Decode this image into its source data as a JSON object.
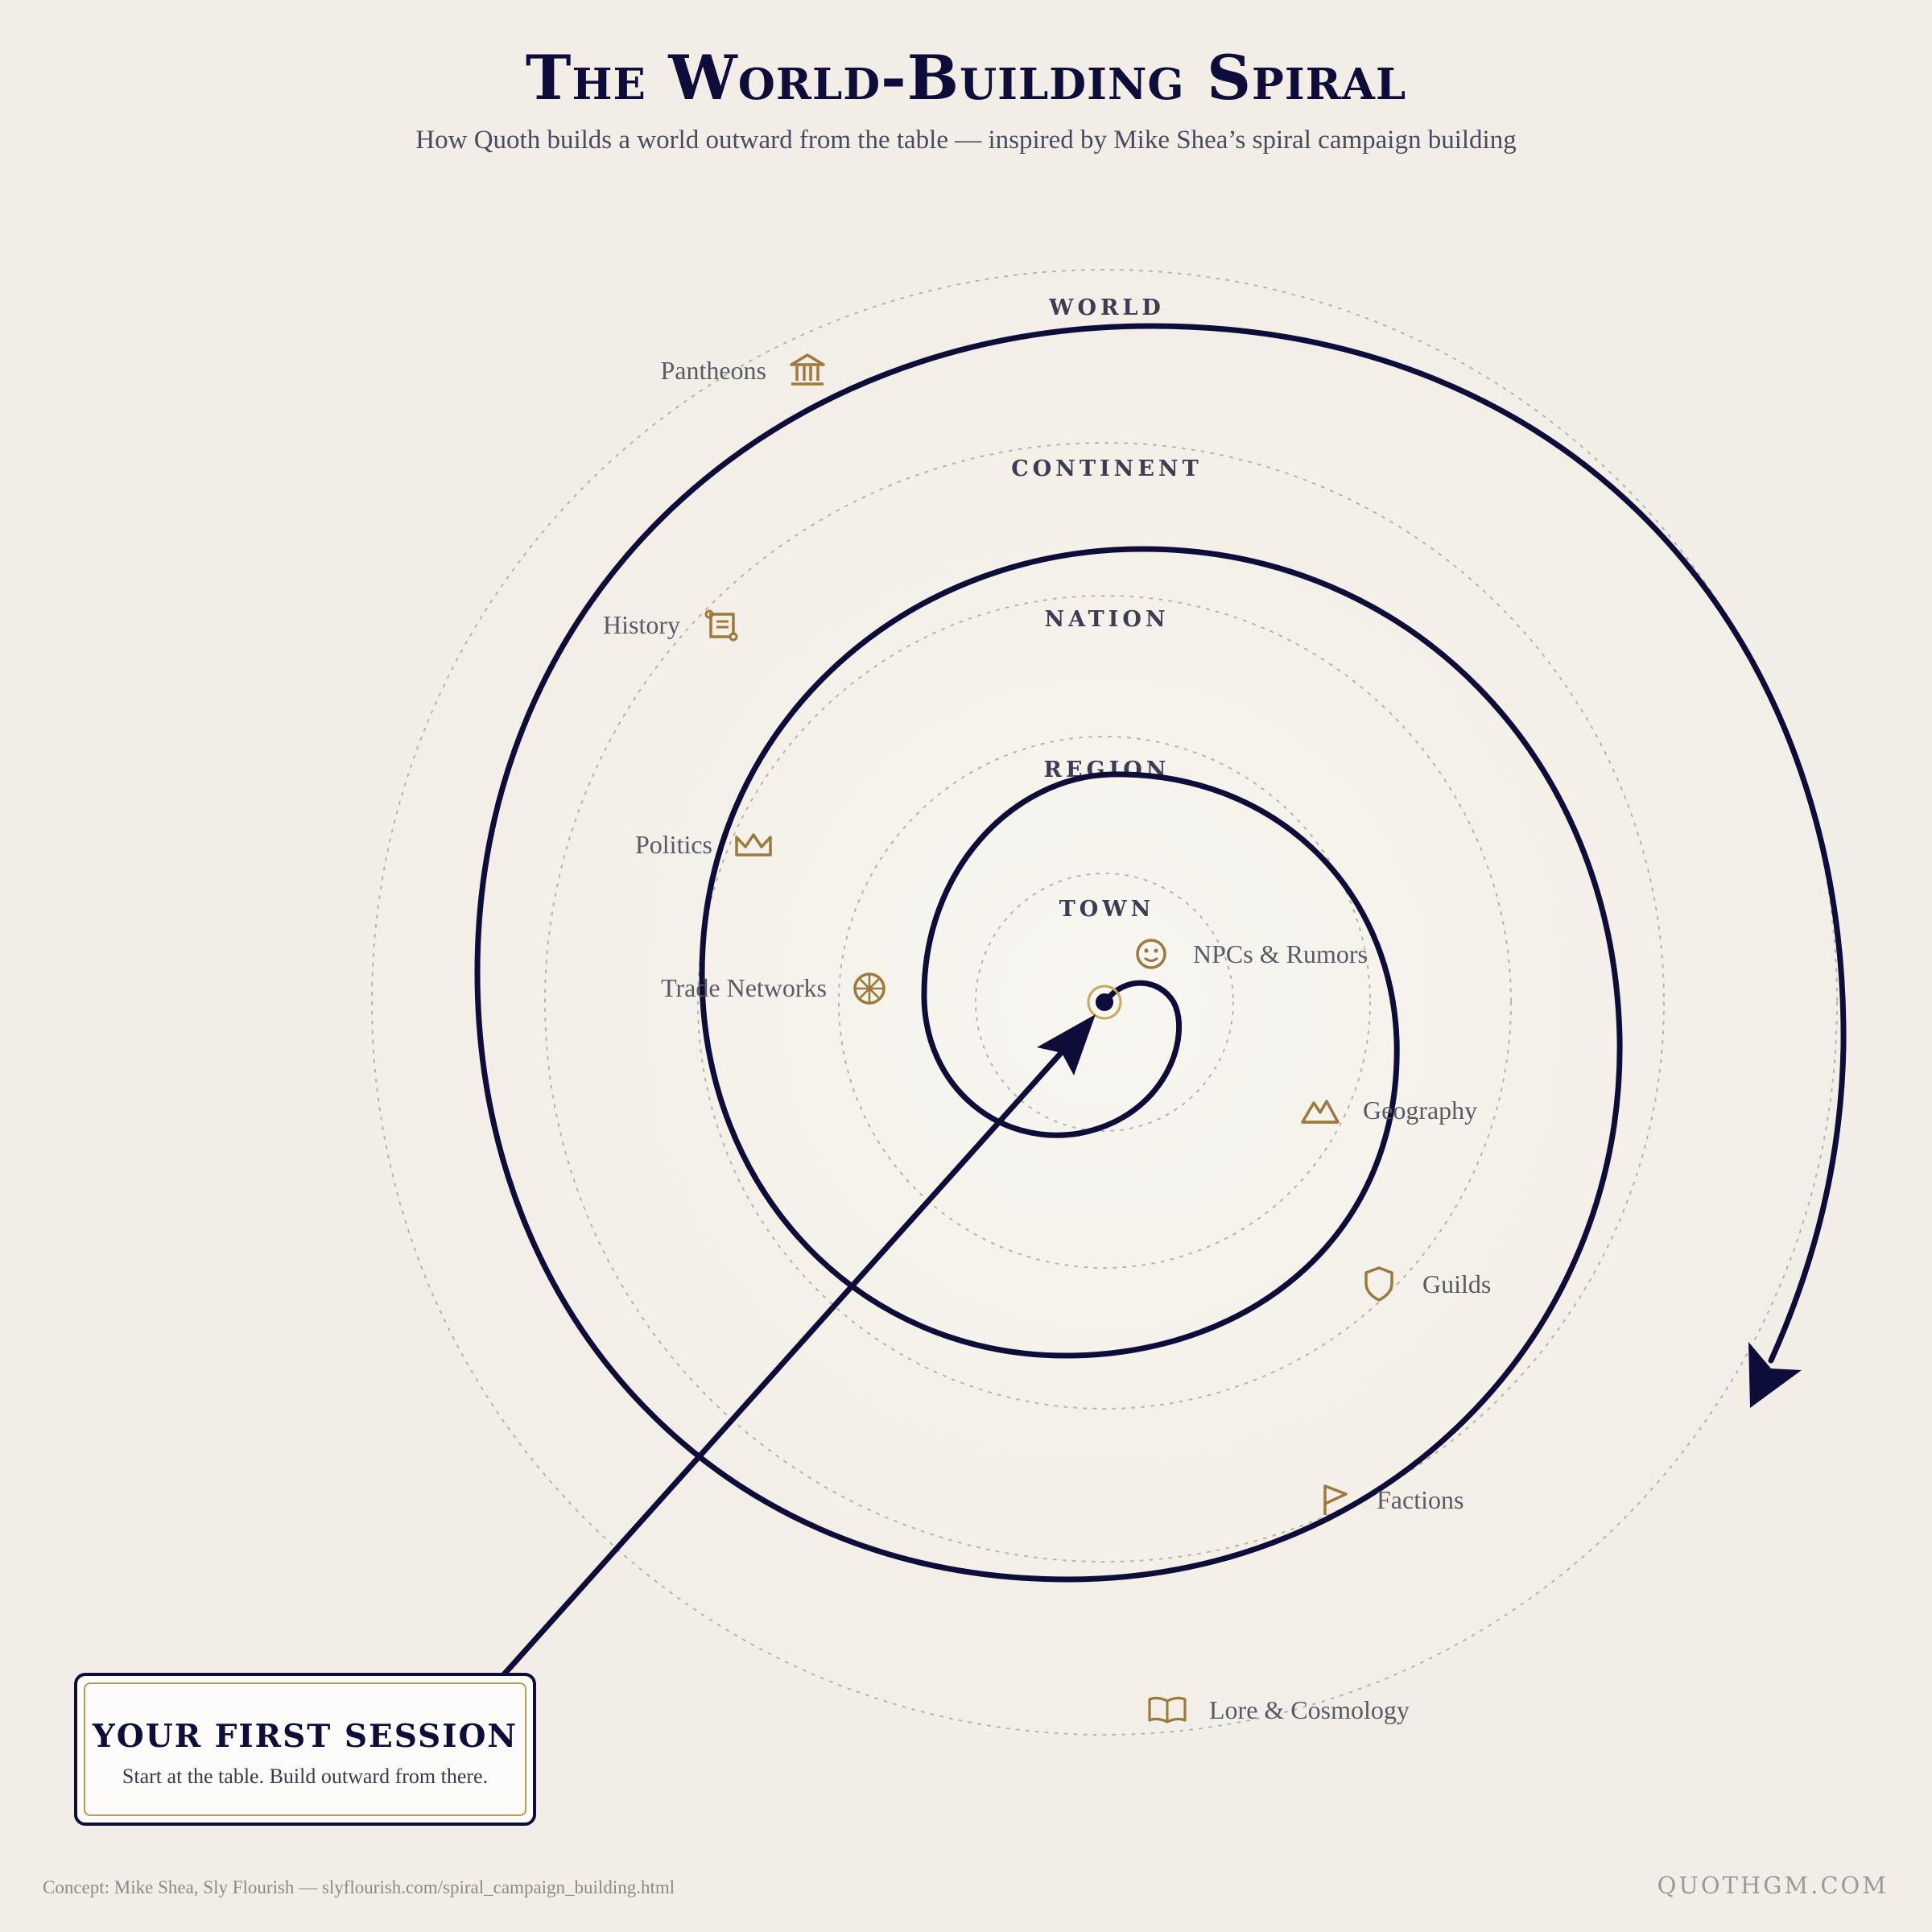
{
  "header": {
    "title": "The World-Building Spiral",
    "subtitle": "How Quoth builds a world outward from the table — inspired by Mike Shea’s spiral campaign building"
  },
  "rings": [
    {
      "label": "TOWN"
    },
    {
      "label": "REGION"
    },
    {
      "label": "NATION"
    },
    {
      "label": "CONTINENT"
    },
    {
      "label": "WORLD"
    }
  ],
  "topics": [
    {
      "label": "NPCs & Rumors",
      "icon": "smiley-face-icon"
    },
    {
      "label": "Trade Networks",
      "icon": "wheel-icon"
    },
    {
      "label": "Politics",
      "icon": "crown-icon"
    },
    {
      "label": "Geography",
      "icon": "mountain-icon"
    },
    {
      "label": "History",
      "icon": "scroll-icon"
    },
    {
      "label": "Guilds",
      "icon": "shield-icon"
    },
    {
      "label": "Pantheons",
      "icon": "temple-icon"
    },
    {
      "label": "Factions",
      "icon": "flag-icon"
    },
    {
      "label": "Lore & Cosmology",
      "icon": "open-book-icon"
    }
  ],
  "callout": {
    "heading": "YOUR FIRST SESSION",
    "text": "Start at the table. Build outward from there."
  },
  "footer": {
    "credit": "Concept: Mike Shea, Sly Flourish — slyflourish.com/spiral_campaign_building.html",
    "site": "QUOTHGM.COM"
  },
  "colors": {
    "ink": "#0e0d3a",
    "gold": "#9b7a3c",
    "ring": "#b8b2aa",
    "background": "#f2eee7"
  }
}
